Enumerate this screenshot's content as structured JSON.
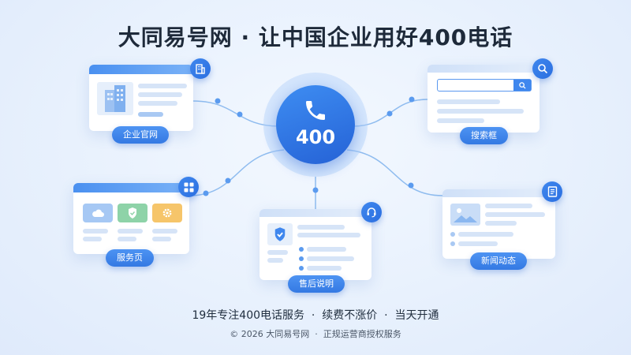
{
  "header": {
    "title": "大同易号网 · 让中国企业用好400电话"
  },
  "center": {
    "number": "400",
    "icon": "phone-icon"
  },
  "nodes": {
    "website": {
      "label": "企业官网",
      "icon": "building-icon"
    },
    "search": {
      "label": "搜索框",
      "icon": "search-icon"
    },
    "service": {
      "label": "服务页",
      "icon": "grid-icon"
    },
    "aftersale": {
      "label": "售后说明",
      "icon": "headset-icon"
    },
    "news": {
      "label": "新闻动态",
      "icon": "document-icon"
    }
  },
  "footer": {
    "tagline": "19年专注400电话服务  ·  续费不涨价  ·  当天开通",
    "copyright": "© 2026 大同易号网  ·  正规运营商授权服务"
  },
  "colors": {
    "accent": "#3479e3",
    "line": "#8fbcef",
    "background": "#e8f1fd"
  }
}
